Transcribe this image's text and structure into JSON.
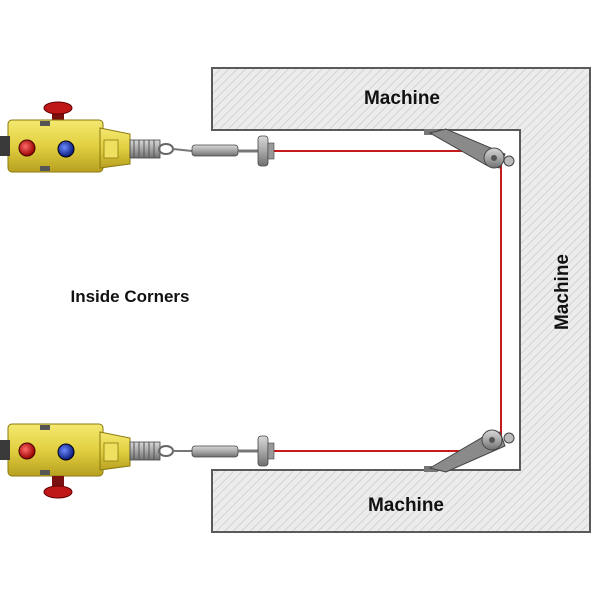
{
  "labels": {
    "machine_top": "Machine",
    "machine_side": "Machine",
    "machine_bottom": "Machine",
    "inside_corners": "Inside Corners"
  },
  "colors": {
    "cable": "#c81a1a",
    "machine_fill": "#e8e8e8",
    "machine_border": "#5a5a5a",
    "switch_body": "#e8d64a",
    "bracket": "#8a8a8a"
  },
  "icons": [
    "pull-wire-switch-icon",
    "turnbuckle-icon",
    "pulley-icon",
    "mounting-bracket-icon",
    "tensioner-icon"
  ]
}
